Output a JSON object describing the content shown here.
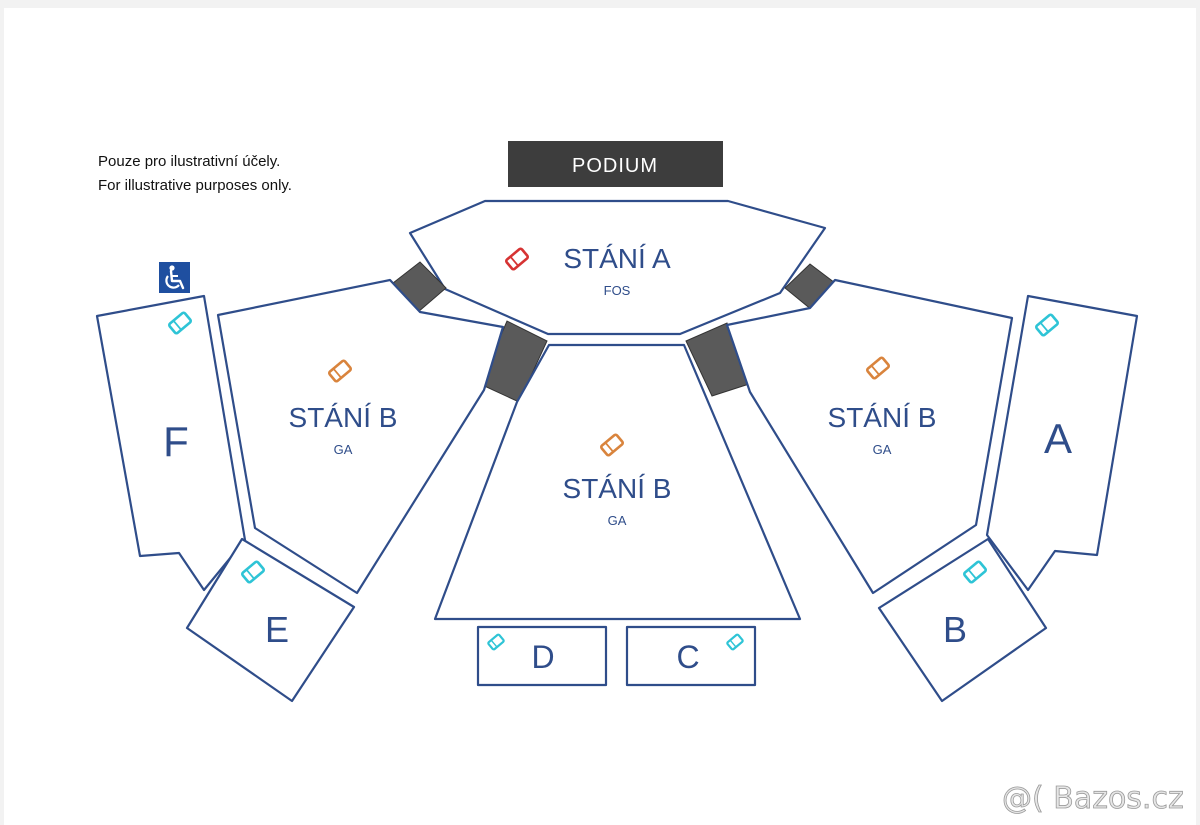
{
  "notice": {
    "line1": "Pouze pro ilustrativní účely.",
    "line2": "For illustrative purposes only."
  },
  "stage": {
    "label": "PODIUM"
  },
  "sections": {
    "stani_a": {
      "name": "STÁNÍ A",
      "sub": "FOS",
      "icon": "ticket-icon",
      "color": "#d63333"
    },
    "stani_b_left": {
      "name": "STÁNÍ B",
      "sub": "GA",
      "icon": "ticket-icon",
      "color": "#d9843d"
    },
    "stani_b_center": {
      "name": "STÁNÍ B",
      "sub": "GA",
      "icon": "ticket-icon",
      "color": "#d9843d"
    },
    "stani_b_right": {
      "name": "STÁNÍ B",
      "sub": "GA",
      "icon": "ticket-icon",
      "color": "#d9843d"
    },
    "f": {
      "name": "F",
      "icon": "ticket-icon",
      "color": "#2ec4d6"
    },
    "e": {
      "name": "E",
      "icon": "ticket-icon",
      "color": "#2ec4d6"
    },
    "d": {
      "name": "D",
      "icon": "ticket-icon",
      "color": "#2ec4d6"
    },
    "c": {
      "name": "C",
      "icon": "ticket-icon",
      "color": "#2ec4d6"
    },
    "b": {
      "name": "B",
      "icon": "ticket-icon",
      "color": "#2ec4d6"
    },
    "a": {
      "name": "A",
      "icon": "ticket-icon",
      "color": "#2ec4d6"
    }
  },
  "accessibility": {
    "icon": "wheelchair-icon",
    "color": "#1f4fa0"
  },
  "watermark": {
    "text": "@( Bazos.cz"
  }
}
